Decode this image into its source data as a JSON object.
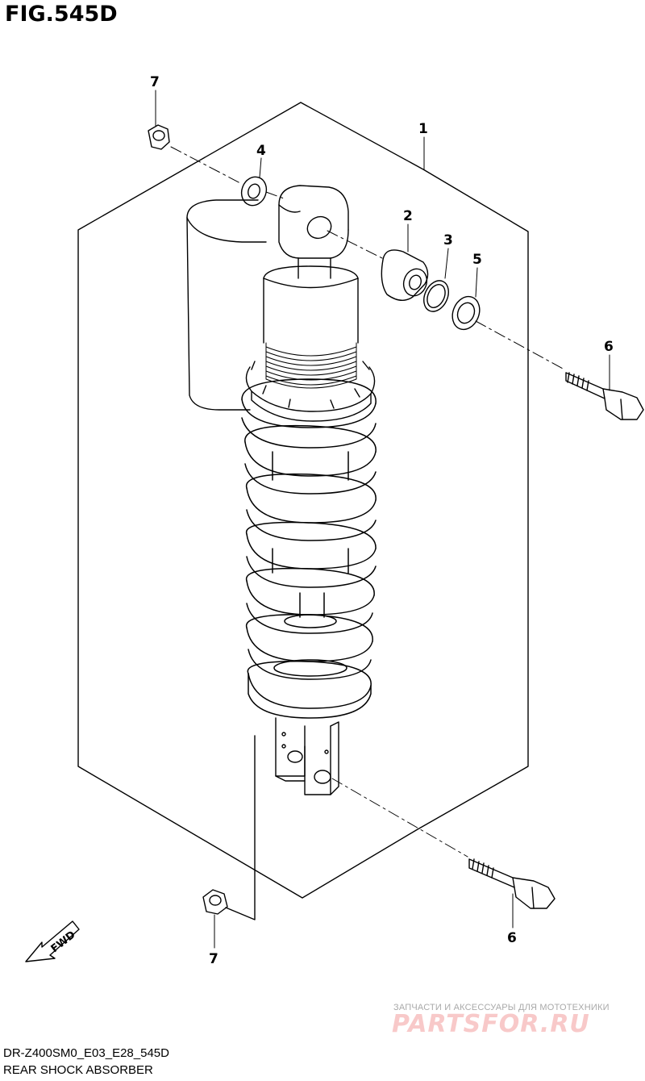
{
  "figure": {
    "title": "FIG.545D"
  },
  "footer": {
    "code": "DR-Z400SM0_E03_E28_545D",
    "name": "REAR SHOCK ABSORBER"
  },
  "watermark": {
    "tagline": "ЗАПЧАСТИ И АКСЕССУАРЫ ДЛЯ МОТОТЕХНИКИ",
    "logo": "PARTSFOR.RU"
  },
  "fwd_label": "FWD",
  "callouts": {
    "c1": "1",
    "c2": "2",
    "c3": "3",
    "c4": "4",
    "c5": "5",
    "c6a": "6",
    "c6b": "6",
    "c7a": "7",
    "c7b": "7"
  }
}
